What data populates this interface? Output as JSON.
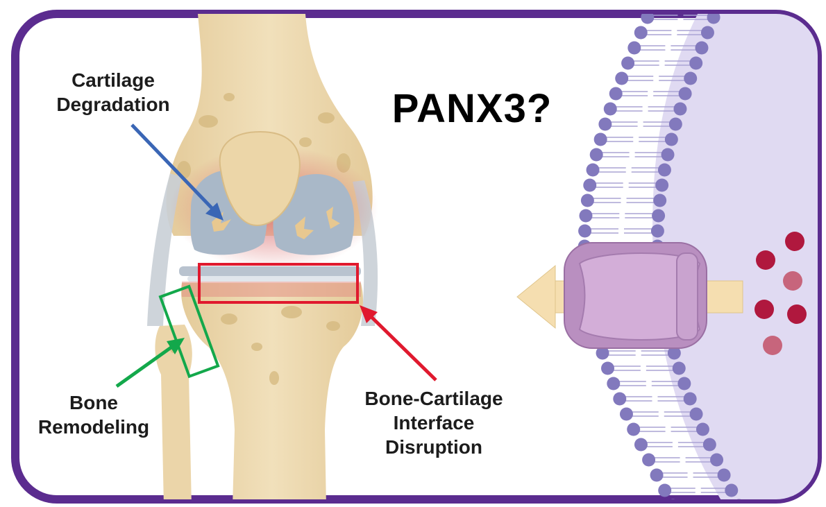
{
  "title": "PANX3?",
  "labels": {
    "cartilage": [
      "Cartilage",
      "Degradation"
    ],
    "bone": [
      "Bone",
      "Remodeling"
    ],
    "interface": [
      "Bone-Cartilage",
      "Interface",
      "Disruption"
    ]
  },
  "colors": {
    "frame": "#5b2c8f",
    "bone": "#e8d3a6",
    "bone_spots": "#d4b87e",
    "cartilage": "#a9b8c8",
    "inflammation": "#d96a6a",
    "membrane_head": "#8279bd",
    "cytoplasm": "#e0daf2",
    "channel": "#c9a3cf",
    "flow_arrow": "#f5deb0",
    "arrow_blue": "#3a66b5",
    "arrow_red": "#e0192e",
    "arrow_green": "#13a84b",
    "ion": "#b0183e"
  },
  "icons": [
    "knee-joint-illustration",
    "cell-membrane-illustration",
    "panx3-channel-icon",
    "efflux-arrow-icon"
  ]
}
